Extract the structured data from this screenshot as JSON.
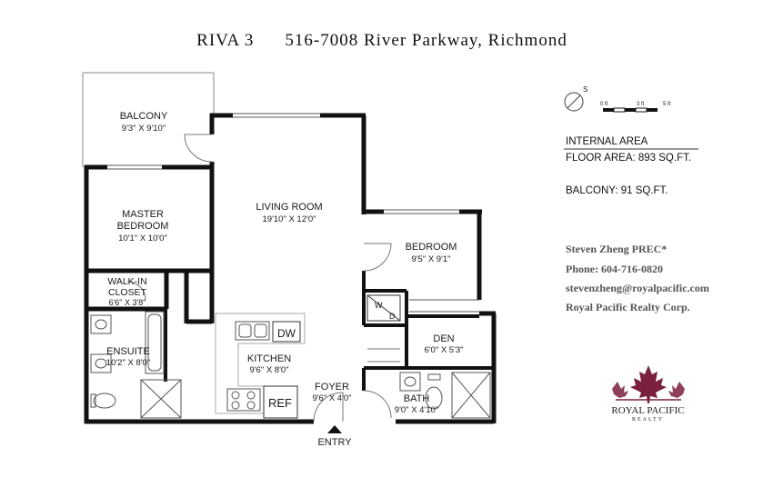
{
  "header": {
    "unit": "RIVA 3",
    "address": "516-7008 River Parkway, Richmond"
  },
  "compass": {
    "north_label": "S"
  },
  "scale_bar": {
    "labels": [
      "0 ft",
      "3 ft",
      "5 ft"
    ]
  },
  "rooms": {
    "balcony": {
      "name": "BALCONY",
      "dims": "9'3\" X 9'10\""
    },
    "master_bedroom": {
      "name_line1": "MASTER",
      "name_line2": "BEDROOM",
      "dims": "10'1\" X 10'0\""
    },
    "walk_in_closet": {
      "name_line1": "WALK-IN",
      "name_line2": "CLOSET",
      "dims": "6'6\" X 3'8\""
    },
    "ensuite": {
      "name": "ENSUITE",
      "dims": "10'2\" X 8'0\""
    },
    "living_room": {
      "name": "LIVING ROOM",
      "dims": "19'10\" X 12'0\""
    },
    "kitchen": {
      "name": "KITCHEN",
      "dims": "9'6\" X 8'0\""
    },
    "bedroom": {
      "name": "BEDROOM",
      "dims": "9'5\" X 9'1\""
    },
    "den": {
      "name": "DEN",
      "dims": "6'0\" X 5'3\""
    },
    "foyer": {
      "name": "FOYER",
      "dims": "9'6\" X 4'0\""
    },
    "bath": {
      "name": "BATH",
      "dims": "9'0\" X 4'10\""
    }
  },
  "fixtures": {
    "dishwasher": "DW",
    "refrigerator": "REF",
    "washer": "W",
    "dryer": "D"
  },
  "entry_label": "ENTRY",
  "area": {
    "heading": "INTERNAL AREA",
    "floor_area": "FLOOR AREA: 893 SQ.FT.",
    "balcony_area": "BALCONY: 91 SQ.FT."
  },
  "agent": {
    "name": "Steven Zheng PREC*",
    "phone": "Phone: 604-716-0820",
    "email": "stevenzheng@royalpacific.com",
    "company": "Royal Pacific Realty Corp."
  },
  "brand": {
    "logo_name": "maple-leaf",
    "line1": "ROYAL PACIFIC",
    "line2": "REALTY",
    "color": "#7a1f3d"
  }
}
